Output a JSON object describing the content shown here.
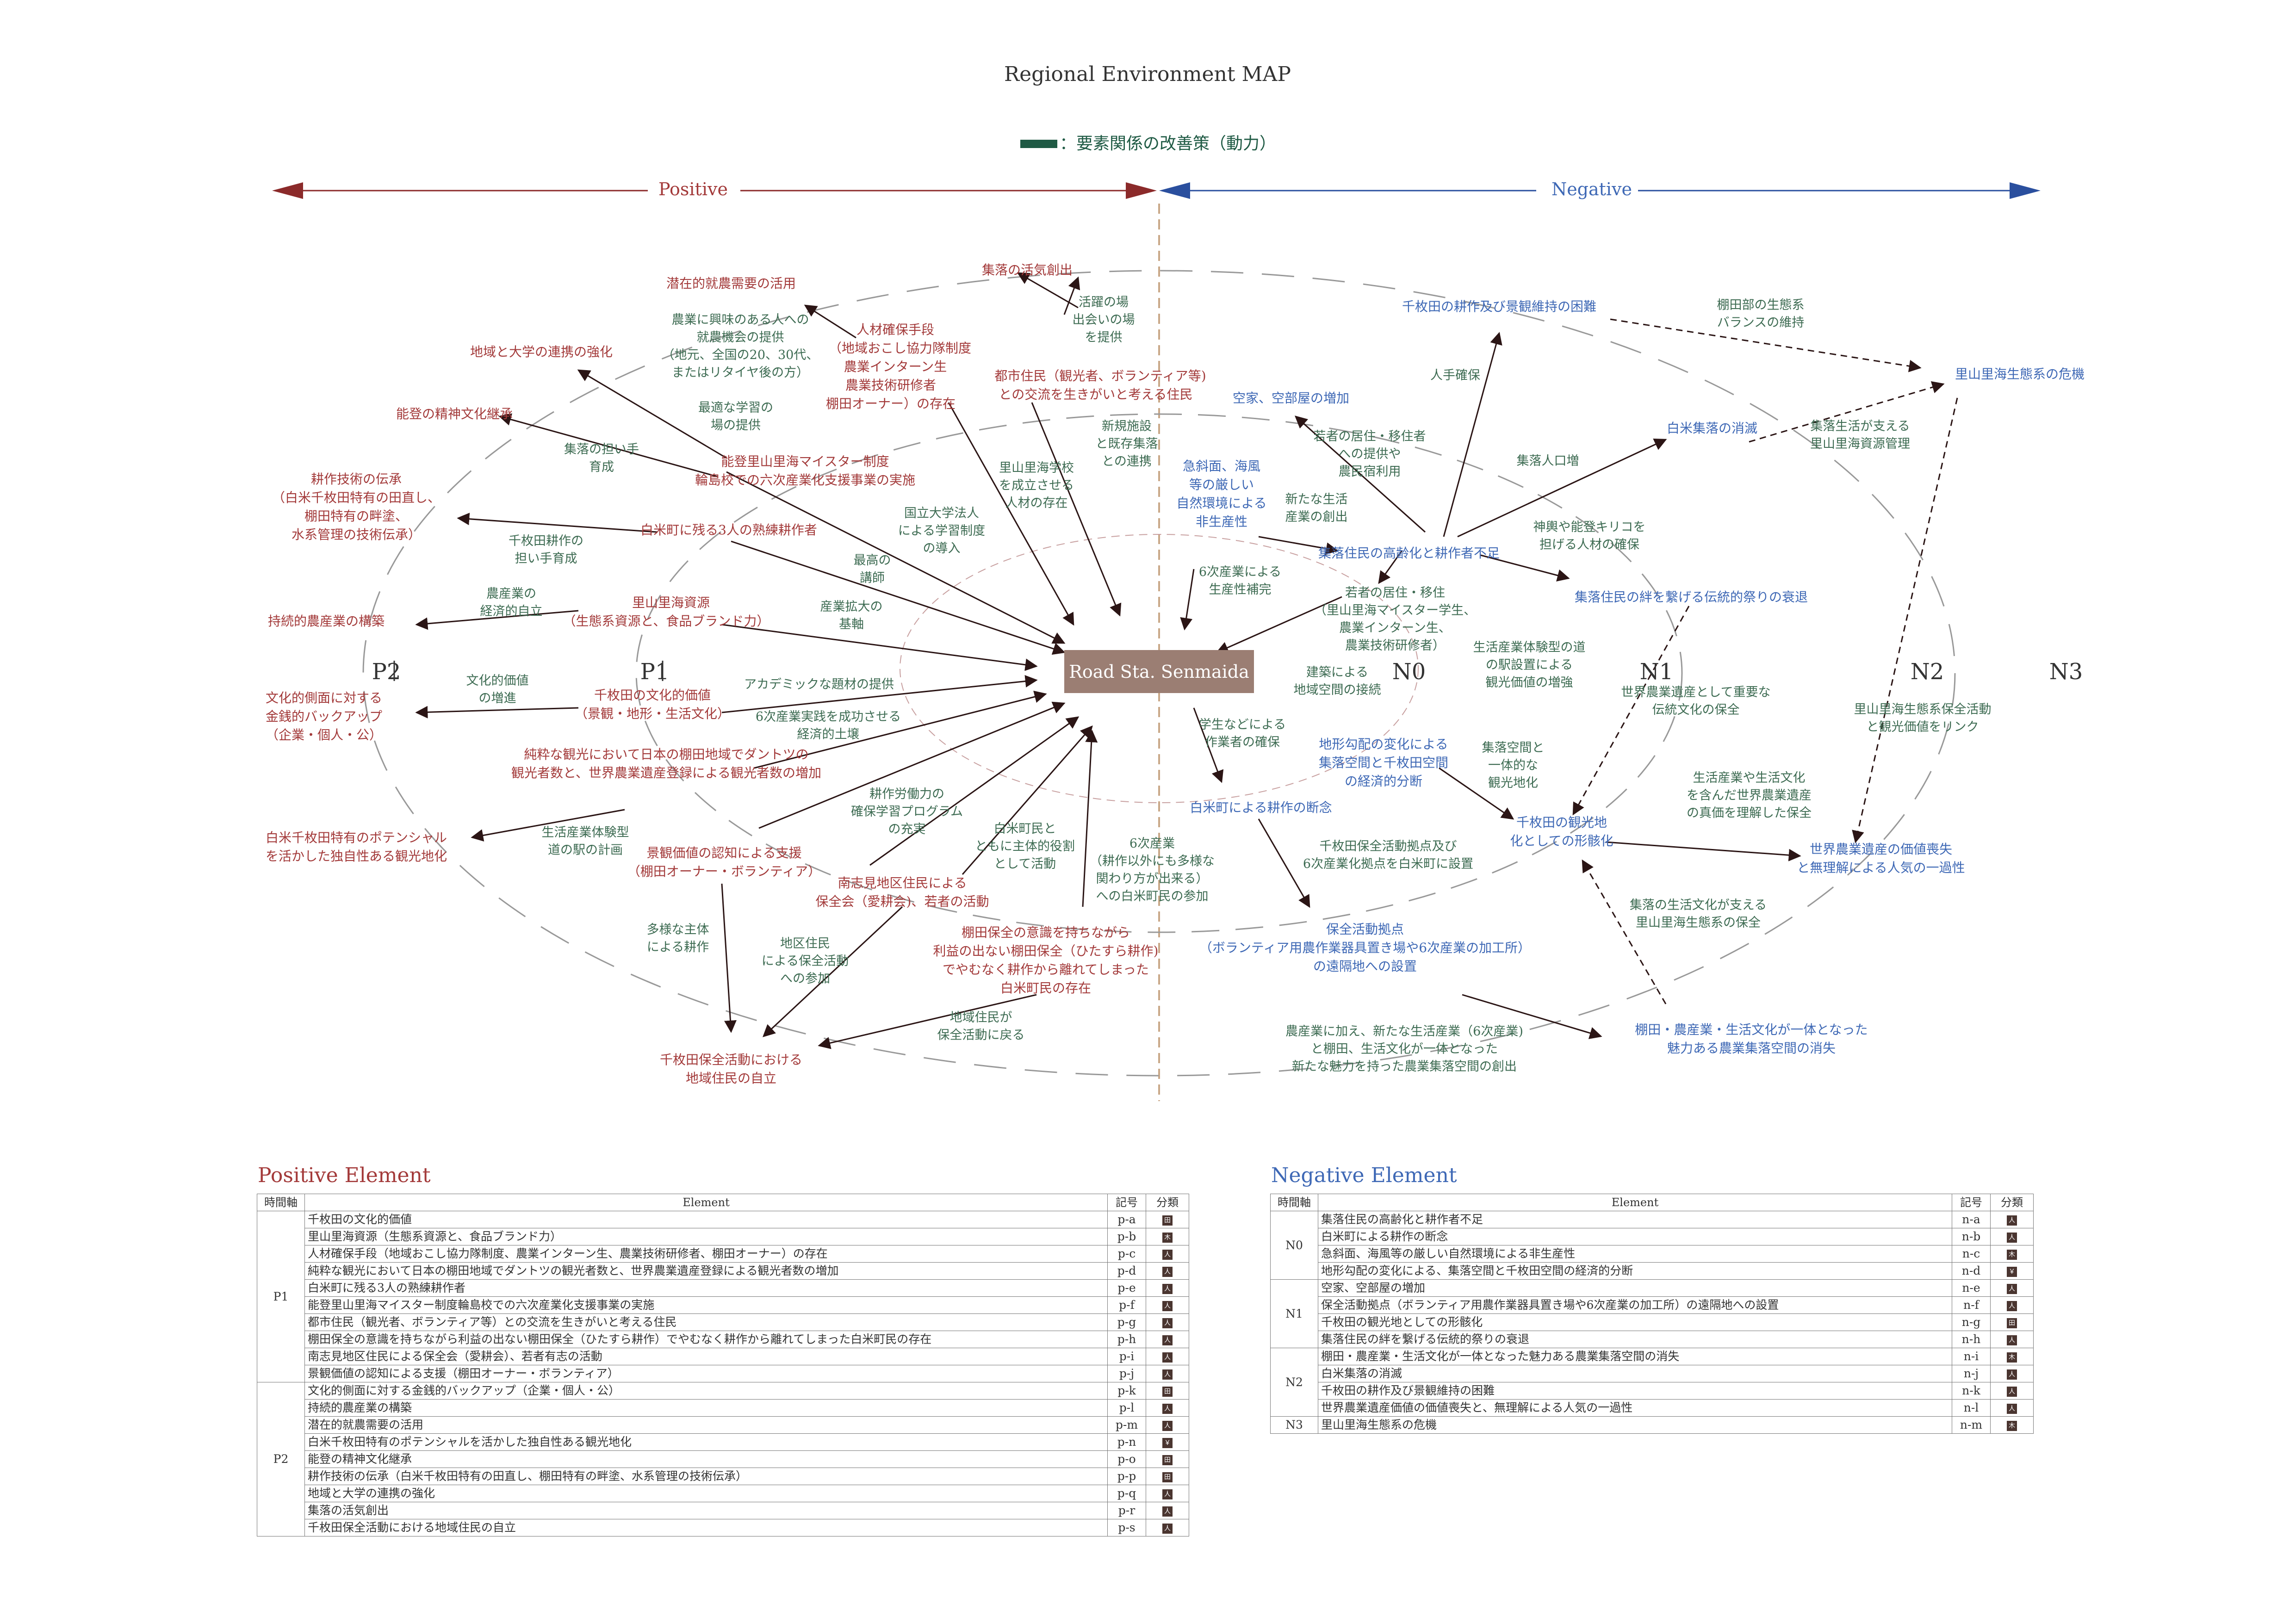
{
  "title": "Regional Environment MAP",
  "legend": {
    "label": "：要素関係の改善策（動力）",
    "color": "#1f5a44"
  },
  "axis": {
    "positive": "Positive",
    "negative": "Negative",
    "positive_color": "#8b2a2a",
    "negative_color": "#2a4f9e"
  },
  "center_label": "Road Sta. Senmaida",
  "zones": [
    "P2",
    "P1",
    "N0",
    "N1",
    "N2",
    "N3"
  ],
  "red_labels": [
    "潜在的就農需要の活用",
    "集落の活気創出",
    "地域と大学の連携の強化",
    "人材確保手段",
    "（地域おこし協力隊制度",
    "農業インターン生",
    "農業技術研修者",
    "棚田オーナー）の存在",
    "都市住民（観光者、ボランティア等)",
    "との交流を生きがいと考える住民",
    "能登の精神文化継承",
    "能登里山里海マイスター制度",
    "輪島校での六次産業化支援事業の実施",
    "耕作技術の伝承",
    "（白米千枚田特有の田直し、",
    "棚田特有の畔塗、",
    "水系管理の技術伝承）",
    "白米町に残る3人の熟練耕作者",
    "持続的農産業の構築",
    "里山里海資源",
    "（生態系資源と、食品ブランド力）",
    "文化的側面に対する",
    "金銭的バックアップ",
    "（企業・個人・公）",
    "千枚田の文化的価値",
    "（景観・地形・生活文化）",
    "純粋な観光において日本の棚田地域でダントツの",
    "観光者数と、世界農業遺産登録による観光者数の増加",
    "白米千枚田特有のポテンシャル",
    "を活かした独自性ある観光地化",
    "景観価値の認知による支援",
    "（棚田オーナー・ボランティア）",
    "南志見地区住民による",
    "保全会（愛耕会)、若者の活動",
    "棚田保全の意識を持ちながら",
    "利益の出ない棚田保全（ひたすら耕作)",
    "でやむなく耕作から離れてしまった",
    "白米町民の存在",
    "千枚田保全活動における",
    "地域住民の自立"
  ],
  "green_labels": [
    "農業に興味のある人への",
    "就農機会の提供",
    "（地元、全国の20、30代、",
    "またはリタイヤ後の方）",
    "活躍の場",
    "出会いの場",
    "を提供",
    "最適な学習の",
    "場の提供",
    "集落の担い手",
    "育成",
    "里山里海学校",
    "を成立させる",
    "人材の存在",
    "新規施設",
    "と既存集落",
    "との連携",
    "千枚田耕作の",
    "担い手育成",
    "国立大学法人",
    "による学習制度",
    "の導入",
    "最高の",
    "講師",
    "農産業の",
    "経済的自立",
    "産業拡大の",
    "基軸",
    "文化的価値",
    "の増進",
    "アカデミックな題材の提供",
    "6次産業実践を成功させる",
    "経済的土壌",
    "生活産業体験型",
    "道の駅の計画",
    "耕作労働力の",
    "確保学習プログラム",
    "の充実",
    "白米町民と",
    "ともに主体的役割",
    "として活動",
    "6次産業",
    "（耕作以外にも多様な",
    "関わり方が出来る）",
    "への白米町民の参加",
    "多様な主体",
    "による耕作",
    "地区住民",
    "による保全活動",
    "への参加",
    "地域住民が",
    "保全活動に戻る",
    "人手確保",
    "棚田部の生態系",
    "バランスの維持",
    "若者の居住・移住者",
    "への提供や",
    "農民宿利用",
    "集落人口増",
    "集落生活が支える",
    "里山里海資源管理",
    "新たな生活",
    "産業の創出",
    "6次産業による",
    "生産性補完",
    "神輿や能登キリコを",
    "担げる人材の確保",
    "若者の居住・移住",
    "（里山里海マイスター学生、",
    "農業インターン生、",
    "農業技術研修者）",
    "建築による",
    "地域空間の接続",
    "生活産業体験型の道",
    "の駅設置による",
    "観光価値の増強",
    "世界農業遺産として重要な",
    "伝統文化の保全",
    "里山里海生態系保全活動",
    "と観光価値をリンク",
    "学生などによる",
    "作業者の確保",
    "集落空間と",
    "一体的な",
    "観光地化",
    "生活産業や生活文化",
    "を含んだ世界農業遺産",
    "の真価を理解した保全",
    "千枚田保全活動拠点及び",
    "6次産業化拠点を白米町に設置",
    "集落の生活文化が支える",
    "里山里海生態系の保全",
    "農産業に加え、新たな生活産業（6次産業)",
    "と棚田、生活文化が一体となった",
    "新たな魅力を持った農業集落空間の創出"
  ],
  "blue_labels": [
    "千枚田の耕作及び景観維持の困難",
    "里山里海生態系の危機",
    "空家、空部屋の増加",
    "白米集落の消滅",
    "急斜面、海風",
    "等の厳しい",
    "自然環境による",
    "非生産性",
    "集落住民の高齢化と耕作者不足",
    "集落住民の絆を繋げる伝統的祭りの衰退",
    "地形勾配の変化による",
    "集落空間と千枚田空間",
    "の経済的分断",
    "白米町による耕作の断念",
    "千枚田の観光地",
    "化としての形骸化",
    "世界農業遺産の価値喪失",
    "と無理解による人気の一過性",
    "保全活動拠点",
    "（ボランティア用農作業器具置き場や6次産業の加工所）",
    "の遠隔地への設置",
    "棚田・農産業・生活文化が一体となった",
    "魅力ある農業集落空間の消失"
  ],
  "positive_table": {
    "title": "Positive Element",
    "headers": [
      "時間軸",
      "Element",
      "記号",
      "分類"
    ],
    "groups": [
      {
        "axis": "P1",
        "rows": [
          {
            "element": "千枚田の文化的価値",
            "code": "p-a",
            "cat": "田"
          },
          {
            "element": "里山里海資源（生態系資源と、食品ブランド力）",
            "code": "p-b",
            "cat": "木"
          },
          {
            "element": "人材確保手段（地域おこし協力隊制度、農業インターン生、農業技術研修者、棚田オーナー）の存在",
            "code": "p-c",
            "cat": "人"
          },
          {
            "element": "純粋な観光において日本の棚田地域でダントツの観光者数と、世界農業遺産登録による観光者数の増加",
            "code": "p-d",
            "cat": "人"
          },
          {
            "element": "白米町に残る3人の熟練耕作者",
            "code": "p-e",
            "cat": "人"
          },
          {
            "element": "能登里山里海マイスター制度輪島校での六次産業化支援事業の実施",
            "code": "p-f",
            "cat": "人"
          },
          {
            "element": "都市住民（観光者、ボランティア等）との交流を生きがいと考える住民",
            "code": "p-g",
            "cat": "人"
          },
          {
            "element": "棚田保全の意識を持ちながら利益の出ない棚田保全（ひたすら耕作）でやむなく耕作から離れてしまった白米町民の存在",
            "code": "p-h",
            "cat": "人"
          },
          {
            "element": "南志見地区住民による保全会（愛耕会）、若者有志の活動",
            "code": "p-i",
            "cat": "人"
          },
          {
            "element": "景観価値の認知による支援（棚田オーナー・ボランティア）",
            "code": "p-j",
            "cat": "人"
          }
        ]
      },
      {
        "axis": "P2",
        "rows": [
          {
            "element": "文化的側面に対する金銭的バックアップ（企業・個人・公）",
            "code": "p-k",
            "cat": "田"
          },
          {
            "element": "持続的農産業の構築",
            "code": "p-l",
            "cat": "人"
          },
          {
            "element": "潜在的就農需要の活用",
            "code": "p-m",
            "cat": "人"
          },
          {
            "element": "白米千枚田特有のポテンシャルを活かした独自性ある観光地化",
            "code": "p-n",
            "cat": "￥"
          },
          {
            "element": "能登の精神文化継承",
            "code": "p-o",
            "cat": "田"
          },
          {
            "element": "耕作技術の伝承（白米千枚田特有の田直し、棚田特有の畔塗、水系管理の技術伝承）",
            "code": "p-p",
            "cat": "田"
          },
          {
            "element": "地域と大学の連携の強化",
            "code": "p-q",
            "cat": "人"
          },
          {
            "element": "集落の活気創出",
            "code": "p-r",
            "cat": "人"
          },
          {
            "element": "千枚田保全活動における地域住民の自立",
            "code": "p-s",
            "cat": "人"
          }
        ]
      }
    ]
  },
  "negative_table": {
    "title": "Negative Element",
    "headers": [
      "時間軸",
      "Element",
      "記号",
      "分類"
    ],
    "groups": [
      {
        "axis": "N0",
        "rows": [
          {
            "element": "集落住民の高齢化と耕作者不足",
            "code": "n-a",
            "cat": "人"
          },
          {
            "element": "白米町による耕作の断念",
            "code": "n-b",
            "cat": "人"
          },
          {
            "element": "急斜面、海風等の厳しい自然環境による非生産性",
            "code": "n-c",
            "cat": "木"
          },
          {
            "element": "地形勾配の変化による、集落空間と千枚田空間の経済的分断",
            "code": "n-d",
            "cat": "￥"
          }
        ]
      },
      {
        "axis": "N1",
        "rows": [
          {
            "element": "空家、空部屋の増加",
            "code": "n-e",
            "cat": "人"
          },
          {
            "element": "保全活動拠点（ボランティア用農作業器具置き場や6次産業の加工所）の遠隔地への設置",
            "code": "n-f",
            "cat": "人"
          },
          {
            "element": "千枚田の観光地としての形骸化",
            "code": "n-g",
            "cat": "田"
          },
          {
            "element": "集落住民の絆を繋げる伝統的祭りの衰退",
            "code": "n-h",
            "cat": "人"
          }
        ]
      },
      {
        "axis": "N2",
        "rows": [
          {
            "element": "棚田・農産業・生活文化が一体となった魅力ある農業集落空間の消失",
            "code": "n-i",
            "cat": "木"
          },
          {
            "element": "白米集落の消滅",
            "code": "n-j",
            "cat": "人"
          },
          {
            "element": "千枚田の耕作及び景観維持の困難",
            "code": "n-k",
            "cat": "人"
          },
          {
            "element": "世界農業遺産価値の価値喪失と、無理解による人気の一過性",
            "code": "n-l",
            "cat": "人"
          }
        ]
      },
      {
        "axis": "N3",
        "rows": [
          {
            "element": "里山里海生態系の危機",
            "code": "n-m",
            "cat": "木"
          }
        ]
      }
    ]
  }
}
